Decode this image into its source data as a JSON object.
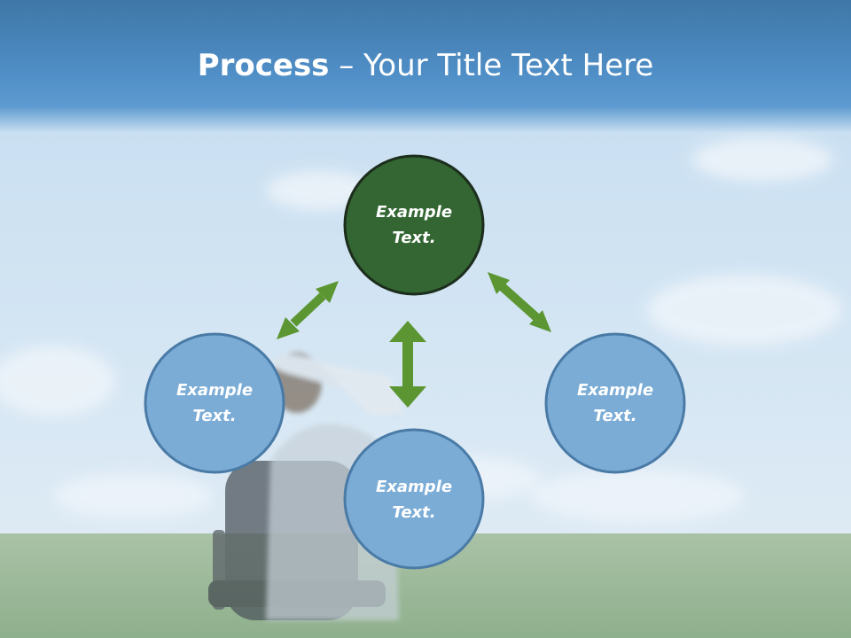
{
  "title": {
    "strong": "Process",
    "rest": " – Your Title Text Here"
  },
  "nodes": [
    {
      "id": "top",
      "label_line1": "Example",
      "label_line2": "Text.",
      "fill": "#336633"
    },
    {
      "id": "left",
      "label_line1": "Example",
      "label_line2": "Text.",
      "fill": "#7bacd6"
    },
    {
      "id": "right",
      "label_line1": "Example",
      "label_line2": "Text.",
      "fill": "#7bacd6"
    },
    {
      "id": "bottom",
      "label_line1": "Example",
      "label_line2": "Text.",
      "fill": "#7bacd6"
    }
  ],
  "colors": {
    "title_bar": "#4f8ec6",
    "arrow": "#5c9632",
    "node_stroke_dark": "#1c2d1c",
    "node_stroke_blue": "#4a7aa6"
  }
}
